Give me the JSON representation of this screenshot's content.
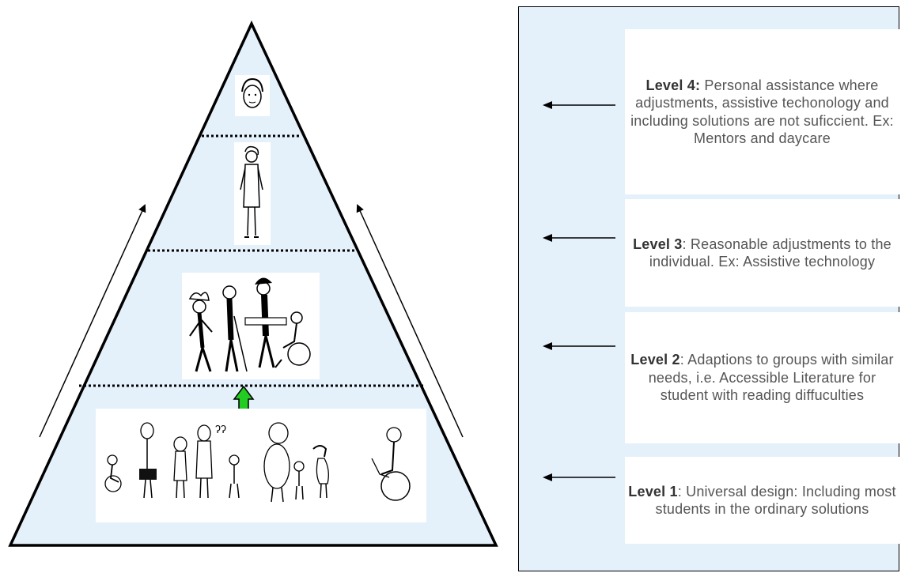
{
  "levels": [
    {
      "heading": "Level 4:",
      "text": "Personal assistance where adjustments, assistive techonology and including solutions are not suficcient. Ex: Mentors and daycare"
    },
    {
      "heading": "Level 3",
      "text": ": Reasonable adjustments to the individual. Ex: Assistive technology"
    },
    {
      "heading": "Level 2",
      "text": ": Adaptions to groups with similar needs, i.e. Accessible Literature for student with reading diffuculties"
    },
    {
      "heading": "Level 1",
      "text": ": Universal design: Including most students in the ordinary solutions"
    }
  ],
  "colors": {
    "pyramid_fill": "#e4f1fb",
    "panel_fill": "#e4f1fb",
    "box_fill": "#ffffff",
    "up_arrow": "#22cc22",
    "outline": "#000000"
  },
  "illustrations": [
    {
      "name": "single-face-illustration",
      "tier": 4
    },
    {
      "name": "standing-person-illustration",
      "tier": 3
    },
    {
      "name": "people-with-disabilities-group-illustration",
      "tier": 2
    },
    {
      "name": "diverse-students-crowd-illustration",
      "tier": 1
    }
  ]
}
